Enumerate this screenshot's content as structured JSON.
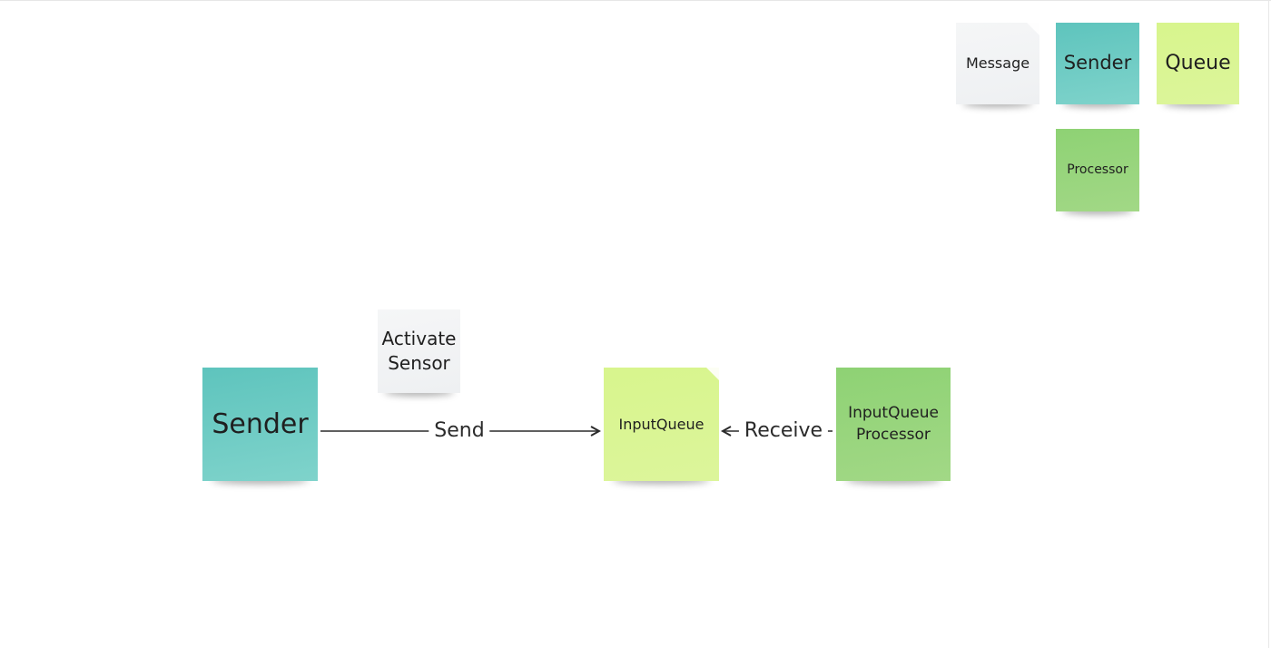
{
  "legend": {
    "message": "Message",
    "sender": "Sender",
    "queue": "Queue",
    "processor": "Processor"
  },
  "diagram": {
    "sender": "Sender",
    "message": "Activate\nSensor",
    "queue": "InputQueue",
    "processor": "InputQueue\nProcessor",
    "send_label": "Send",
    "receive_label": "Receive"
  },
  "colors": {
    "message": "#f1f2f4",
    "sender": "#6ccbc4",
    "queue": "#d9f593",
    "processor": "#96d47b",
    "arrow": "#2b2b2b"
  }
}
